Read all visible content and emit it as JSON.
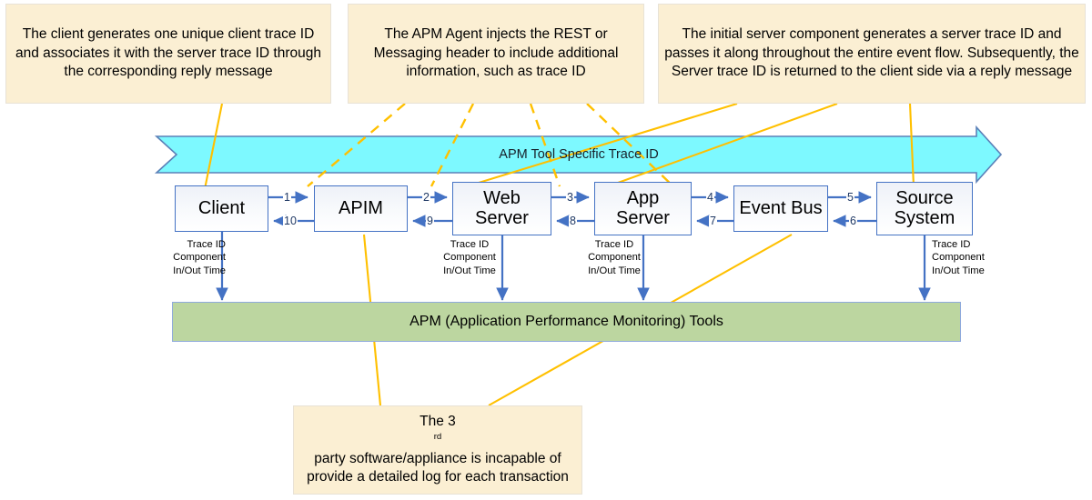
{
  "notes": {
    "client": "The client generates one unique client trace ID and associates it with the server trace ID through the corresponding reply message",
    "agent": "The APM Agent injects the REST or Messaging header to include additional information, such as trace ID",
    "server": "The initial server component generates a server trace ID and passes it along throughout the entire event flow. Subsequently, the Server trace ID is returned to the client side via a reply message",
    "third_party_pre": "The 3",
    "third_party_sup": "rd",
    "third_party_post": " party software/appliance is incapable of provide a detailed log for each transaction"
  },
  "banner": {
    "label": "APM Tool Specific Trace ID",
    "fill": "#7DF9FF",
    "stroke": "#5B80B8"
  },
  "nodes": [
    {
      "id": "client",
      "label": "Client"
    },
    {
      "id": "apim",
      "label": "APIM"
    },
    {
      "id": "web",
      "label": "Web\nServer"
    },
    {
      "id": "app",
      "label": "App\nServer"
    },
    {
      "id": "bus",
      "label": "Event Bus"
    },
    {
      "id": "source",
      "label": "Source\nSystem"
    }
  ],
  "node_labels": {
    "client": "Client",
    "apim": "APIM",
    "web_l1": "Web",
    "web_l2": "Server",
    "app_l1": "App",
    "app_l2": "Server",
    "bus": "Event Bus",
    "source_l1": "Source",
    "source_l2": "System"
  },
  "steps": {
    "s1": "1",
    "s2": "2",
    "s3": "3",
    "s4": "4",
    "s5": "5",
    "s6": "6",
    "s7": "7",
    "s8": "8",
    "s9": "9",
    "s10": "10"
  },
  "feed_label": {
    "line1": "Trace ID",
    "line2": "Component",
    "line3": "In/Out Time"
  },
  "apm_bar": {
    "label": "APM (Application Performance Monitoring) Tools",
    "fill": "#BCD6A0",
    "stroke": "#8FAADC"
  },
  "colors": {
    "note_fill": "#FBEFD3",
    "connector": "#FFC000",
    "node_border": "#4472C4",
    "arrow_blue": "#4472C4"
  }
}
